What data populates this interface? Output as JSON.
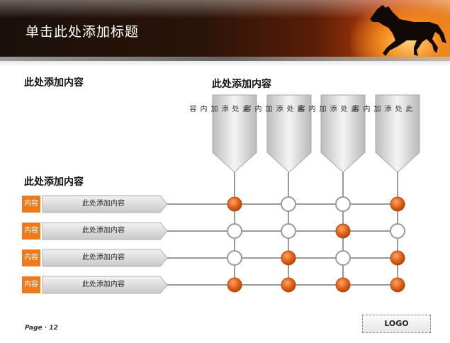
{
  "slide": {
    "title": "单击此处添加标题",
    "heading_left_top": "此处添加内容",
    "heading_columns": "此处添加内容",
    "heading_rows": "此处添加内容"
  },
  "columns": [
    {
      "label": "此处添加内容"
    },
    {
      "label": "此处添加内容"
    },
    {
      "label": "此处添加内容"
    },
    {
      "label": "此处添加内容"
    }
  ],
  "rows": [
    {
      "badge": "内容",
      "label": "此处添加内容",
      "marks": [
        true,
        false,
        false,
        true
      ]
    },
    {
      "badge": "内容",
      "label": "此处添加内容",
      "marks": [
        false,
        false,
        true,
        false
      ]
    },
    {
      "badge": "内容",
      "label": "此处添加内容",
      "marks": [
        false,
        true,
        false,
        true
      ]
    },
    {
      "badge": "内容",
      "label": "此处添加内容",
      "marks": [
        true,
        true,
        true,
        true
      ]
    }
  ],
  "footer": {
    "page": "Page · 12",
    "logo": "LOGO"
  },
  "colors": {
    "accent": "#ee7a1e",
    "node_filled": "#e0631a",
    "node_empty": "#ffffff",
    "line": "#999999"
  },
  "icons": [
    "horse-silhouette-icon"
  ]
}
